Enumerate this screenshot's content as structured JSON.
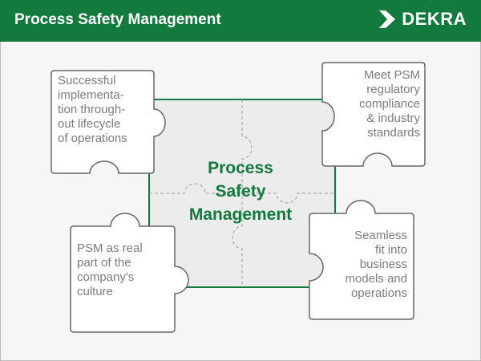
{
  "header": {
    "title": "Process Safety Management",
    "logo_text": "DEKRA"
  },
  "center": {
    "label": "Process\nSafety\nManagement"
  },
  "pieces": {
    "top_left": "Successful\nimplementa-\ntion through-\nout lifecycle\nof operations",
    "top_right": "Meet PSM\nregulatory\ncompliance\n& industry\nstandards",
    "bottom_left": "PSM as real\npart of the\ncompany's\nculture",
    "bottom_right": "Seamless\nfit into\nbusiness\nmodels and\noperations"
  },
  "colors": {
    "brand_green": "#127a3d",
    "piece_stroke": "#666666",
    "piece_fill": "#ffffff",
    "center_fill": "#ececec",
    "text_gray": "#7c7c7c"
  }
}
